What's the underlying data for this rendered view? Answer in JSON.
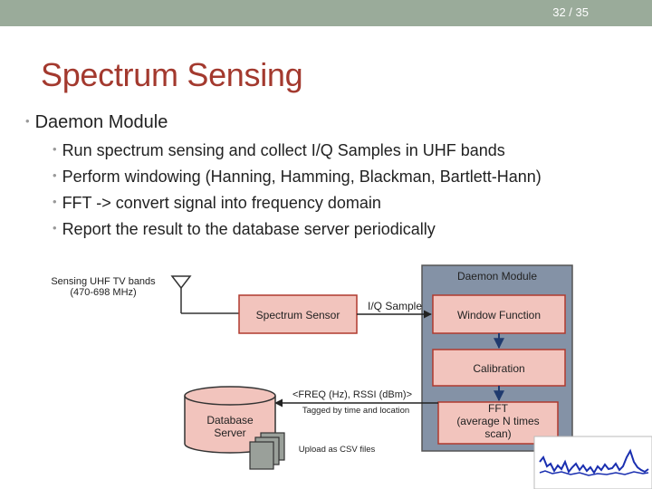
{
  "slide": {
    "page": "32 / 35",
    "title": "Spectrum Sensing"
  },
  "bullets": {
    "main": "Daemon Module",
    "items": [
      "Run spectrum sensing and collect I/Q Samples in UHF bands",
      "Perform windowing (Hanning, Hamming, Blackman, Bartlett-Hann)",
      "FFT -> convert signal into frequency domain",
      "Report the result to the database server periodically"
    ]
  },
  "diagram": {
    "antenna_label": "Sensing UHF TV bands\n(470-698 MHz)",
    "daemon_module": "Daemon Module",
    "spectrum_sensor": "Spectrum Sensor",
    "iq_sample": "I/Q Sample",
    "window_function": "Window Function",
    "calibration": "Calibration",
    "fft": "FFT\n(average N times\nscan)",
    "database": "Database\nServer",
    "freq_rssi": "<FREQ (Hz), RSSI (dBm)>",
    "tagged": "Tagged by time and location",
    "upload": "Upload as CSV files"
  },
  "colors": {
    "box_fill": "#f2c4bd",
    "box_stroke": "#b03a2e",
    "module_fill": "#8492a6",
    "title": "#a3392e"
  }
}
